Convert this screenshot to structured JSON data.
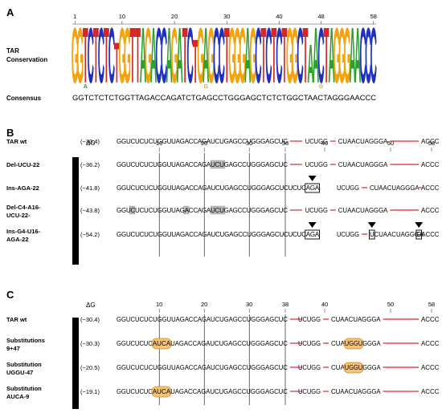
{
  "panels": {
    "a": {
      "letter": "A",
      "row_labels": [
        "TAR",
        "Conservation"
      ],
      "consensus_label": "Consensus",
      "consensus_seq": "GGTCTCTCTGGTTAGACCAGATCTGAGCCTGGGAGCTCTCTGGCTAACTAGGGAACCC",
      "ruler_ticks": [
        {
          "value": "1",
          "pos": 1
        },
        {
          "value": "10",
          "pos": 10
        },
        {
          "value": "20",
          "pos": 20
        },
        {
          "value": "30",
          "pos": 30
        },
        {
          "value": "40",
          "pos": 40
        },
        {
          "value": "48",
          "pos": 48
        },
        {
          "value": "58",
          "pos": 58
        }
      ],
      "logo_tall": "GGTCTCTCTGGTTAGACCAGATCTGAGCCTGGGAGCTCTCTGGCTAACTAGGGAACCC",
      "logo_short": "  A                      G                     G         ",
      "logo_heights": [
        1,
        1,
        1,
        1,
        1,
        1,
        1,
        1,
        0.72,
        1,
        1,
        1,
        1,
        1,
        1,
        1,
        1,
        1,
        1,
        1,
        1,
        1,
        1,
        0.78,
        1,
        1,
        1,
        1,
        1,
        1,
        1,
        1,
        1,
        1,
        1,
        1,
        1,
        1,
        1,
        1,
        1,
        1,
        1,
        1,
        1,
        0.7,
        1,
        1,
        1,
        1,
        1,
        1,
        1,
        1,
        1,
        1,
        1,
        1
      ]
    },
    "b": {
      "letter": "B",
      "dg_header": "ΔG",
      "ruler_ticks": [
        {
          "value": "10",
          "pos": 10
        },
        {
          "value": "20",
          "pos": 20
        },
        {
          "value": "30",
          "pos": 30
        },
        {
          "value": "38",
          "pos": 38
        },
        {
          "value": "40",
          "pos": 40
        },
        {
          "value": "50",
          "pos": 50
        },
        {
          "value": "58",
          "pos": 58
        }
      ],
      "rows": [
        {
          "label": [
            "TAR wt"
          ],
          "dg": "(−30.4)",
          "seq": "GGUCUCUCUGGUUAGACCAGAUCUGAGCCUGGGAGCUC",
          "tail": "UCUGG",
          "mid": "CUAACUAGGGA",
          "end": "ACCC",
          "boxes": [],
          "shaded": []
        },
        {
          "label": [
            "Del-UCU-22"
          ],
          "dg": "(−36.2)",
          "seq": "GGUCUCUCUGGUUAGACCAGAUCUGAGCCUGGGAGCUC",
          "tail": "UCUGG",
          "mid": "CUAACUAGGGA",
          "end": "ACCC",
          "boxes": [],
          "shaded": [
            [
              22,
              24
            ]
          ]
        },
        {
          "label": [
            "Ins-AGA-22"
          ],
          "dg": "(−41.8)",
          "seq": "GGUCUCUCUGGUUAGACCAGAUCUGAGCCUGGGAGCUCUCUCAGA",
          "tail": "UCUGG",
          "mid": "CUAACUAGGGA",
          "end": "ACCC",
          "boxes": [
            [
              43,
              45
            ]
          ],
          "shaded": []
        },
        {
          "label": [
            "Del-C4-A16-",
            "UCU-22-"
          ],
          "dg": "(−43.8)",
          "seq": "GGUCUCUCUGGUUAGACCAGAUCUGAGCCUGGGAGCUC",
          "tail": "UCUGG",
          "mid": "CUAACUAGGGA",
          "end": "ACCC",
          "boxes": [],
          "shaded": [
            [
              4,
              4
            ],
            [
              16,
              16
            ],
            [
              22,
              24
            ]
          ]
        },
        {
          "label": [
            "Ins-G4-U16-",
            "AGA-22"
          ],
          "dg": "(−54.2)",
          "seq": "GGUCUCUCUGGUUAGACCAGAUCUGAGCCUGGGAGCUCUCUCAGA",
          "tail": "UCUGG",
          "mid": "UCUAACUAGGGA",
          "end": "GACCC",
          "boxes": [
            [
              43,
              45
            ],
            [
              52,
              52
            ],
            [
              67,
              67
            ]
          ],
          "shaded": []
        }
      ]
    },
    "c": {
      "letter": "C",
      "dg_header": "ΔG",
      "ruler_ticks": [
        {
          "value": "10",
          "pos": 10
        },
        {
          "value": "20",
          "pos": 20
        },
        {
          "value": "30",
          "pos": 30
        },
        {
          "value": "38",
          "pos": 38
        },
        {
          "value": "40",
          "pos": 40
        },
        {
          "value": "50",
          "pos": 50
        },
        {
          "value": "58",
          "pos": 58
        }
      ],
      "rows": [
        {
          "label": [
            "TAR wt"
          ],
          "dg": "(−30.4)",
          "seq": "GGUCUCUCUGGUUAGACCAGAUCUGAGCCUGGGAGCUC",
          "tail": "UCUGG",
          "mid": "CUAACUAGGGA",
          "end": "ACCC",
          "pill_a": "",
          "pill_b": ""
        },
        {
          "label": [
            "Substitutions",
            "9+47"
          ],
          "dg": "(−30.3)",
          "seq": "GGUCUCUC|AUCA|UAGACCAGAUCUGAGCCUGGGAGCUC",
          "tail": "UCUGG",
          "mid": "CUA|UGGU|GGGA",
          "end": "ACCC",
          "pill_a": "AUCA",
          "pill_b": "UGGU"
        },
        {
          "label": [
            "Substitution",
            "UGGU-47"
          ],
          "dg": "(−20.5)",
          "seq": "GGUCUCUCUGGUUAGACCAGAUCUGAGCCUGGGAGCUC",
          "tail": "UCUGG",
          "mid": "CUA|UGGU|GGGA",
          "end": "ACCC",
          "pill_a": "",
          "pill_b": "UGGU"
        },
        {
          "label": [
            "Substitution",
            "AUCA-9"
          ],
          "dg": "(−19.1)",
          "seq": "GGUCUCUC|AUCA|UAGACCAGAUCUGAGCCUGGGAGCUC",
          "tail": "UCUGG",
          "mid": "CUAACUAGGGA",
          "end": "ACCC",
          "pill_a": "AUCA",
          "pill_b": ""
        }
      ]
    }
  },
  "colors": {
    "A": "#2ca02c",
    "C": "#1f2fbf",
    "G": "#f4a30a",
    "T": "#d62728",
    "gap": "#e0242c",
    "shade": "#bdbdbd",
    "pill_fill": "#f5c27a",
    "pill_stroke": "#c98a2e",
    "wedge": "#000000"
  }
}
